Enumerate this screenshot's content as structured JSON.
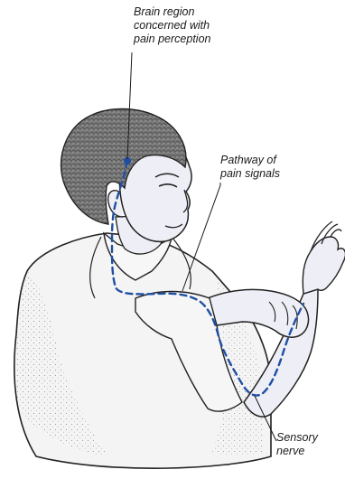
{
  "labels": {
    "brain_region": [
      "Brain region",
      "concerned with",
      "pain perception"
    ],
    "pathway": [
      "Pathway of",
      "pain signals"
    ],
    "sensory_nerve": [
      "Sensory",
      "nerve"
    ]
  },
  "colors": {
    "nerve_path": "#1f4fa3",
    "hair": "#6e6e6e",
    "skin": "#eeeef6",
    "shirt": "#f2f2f2",
    "outline": "#222222"
  }
}
